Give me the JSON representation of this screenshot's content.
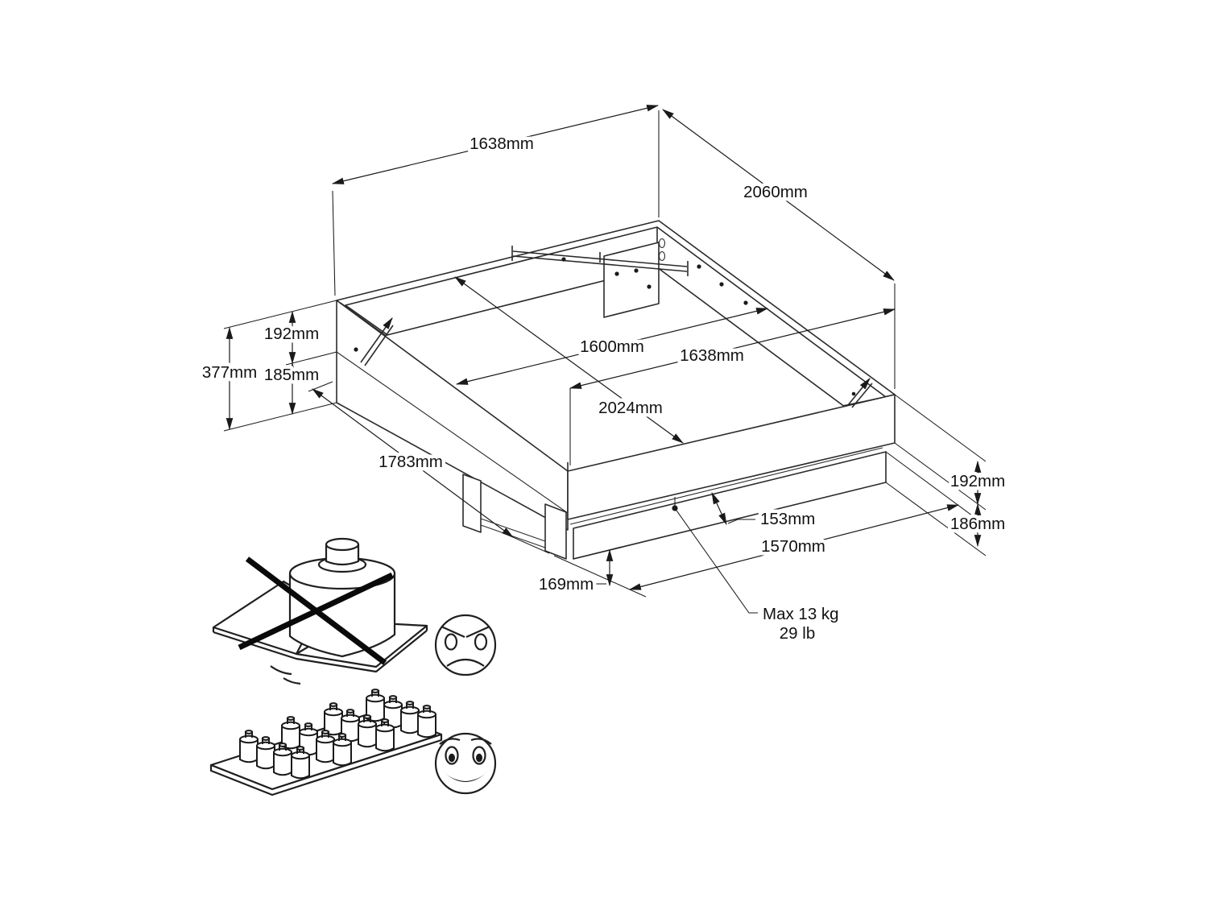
{
  "colors": {
    "background": "#ffffff",
    "line": "#1a1a1a"
  },
  "dims": {
    "top_width": "1638mm",
    "length": "2060mm",
    "total_side_height": "377mm",
    "upper_rail_height": "192mm",
    "lower_rail_height": "185mm",
    "side_rail_length": "1783mm",
    "inner_width": "1600mm",
    "outer_width": "1638mm",
    "inner_length": "2024mm",
    "front_gap": "153mm",
    "drawer_width": "1570mm",
    "clearance_height": "169mm",
    "front_rail_height": "192mm",
    "drawer_front_height": "186mm"
  },
  "load": {
    "line1": "Max 13 kg",
    "line2": "29 lb"
  }
}
